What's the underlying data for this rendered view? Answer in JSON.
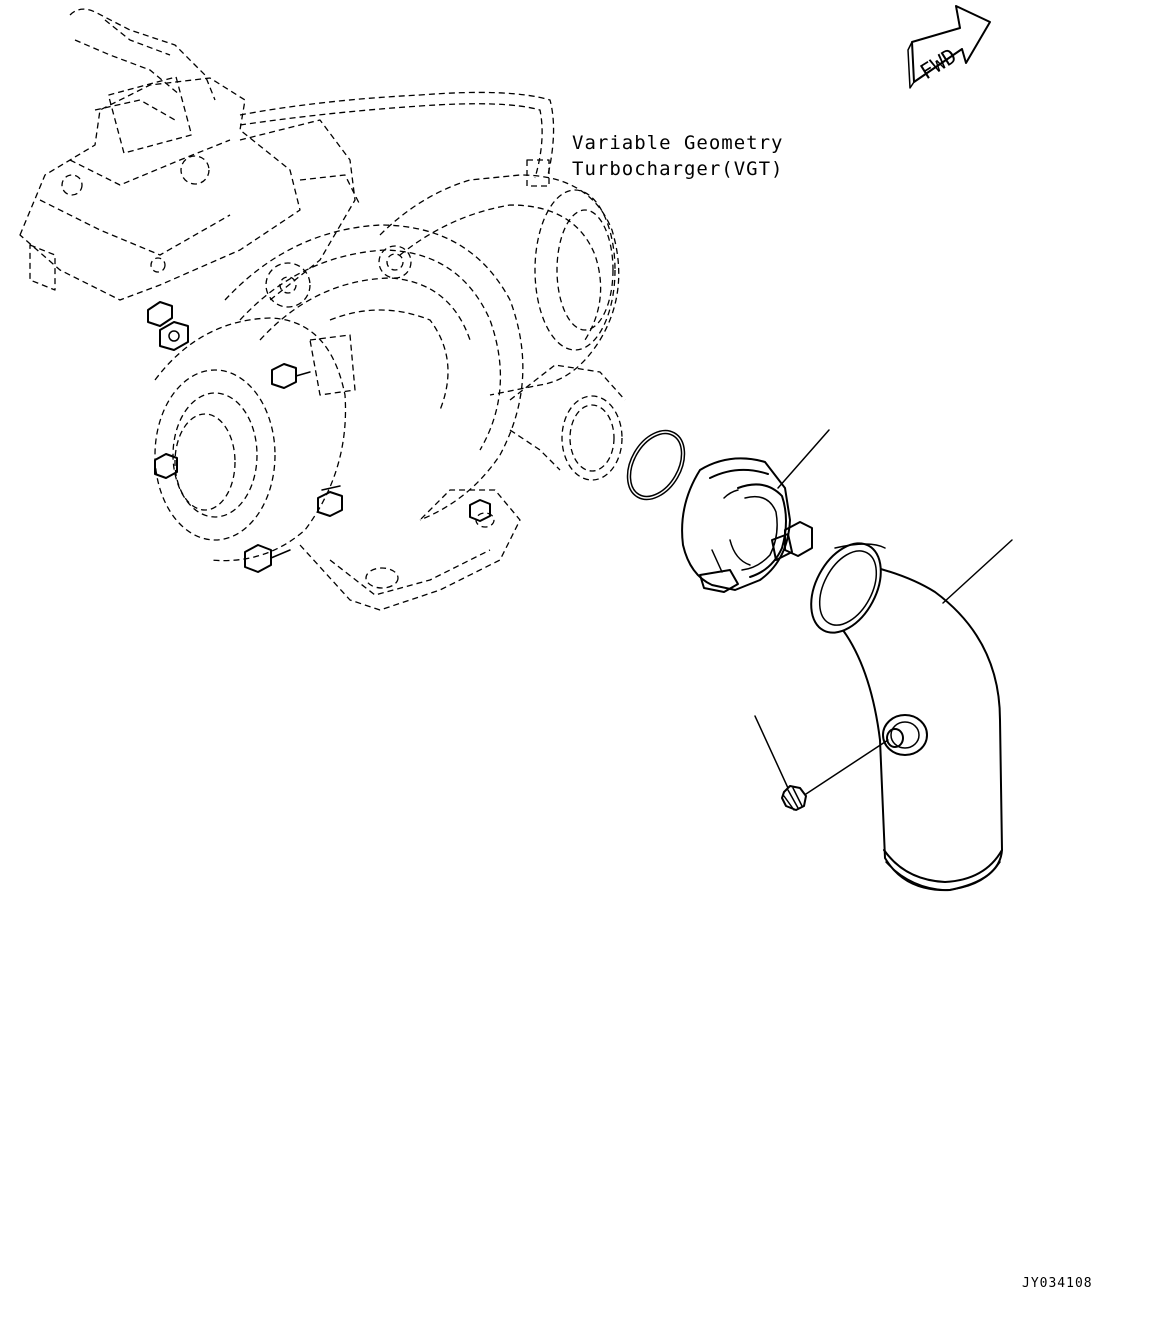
{
  "label_vgt": {
    "line1": "Variable Geometry",
    "line2": "Turbocharger(VGT)"
  },
  "fwd_arrow": {
    "text": "FWD"
  },
  "figure_code": "JY034108",
  "icons": {
    "fwd": "forward-direction-arrow-icon"
  },
  "colors": {
    "line": "#000000",
    "background": "#ffffff"
  }
}
